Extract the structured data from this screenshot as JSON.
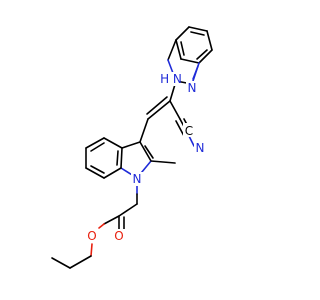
{
  "molecule": {
    "atom_labels": {
      "benzimidazole_nh": "H N",
      "benzimidazole_n": "N",
      "nitrile_c": "C",
      "nitrile_n": "N",
      "indole_n": "N",
      "carbonyl_o": "O",
      "ester_o": "O"
    },
    "colors": {
      "nitrogen": "#1f2bd8",
      "oxygen": "#e8200f",
      "carbon": "#000000"
    }
  }
}
